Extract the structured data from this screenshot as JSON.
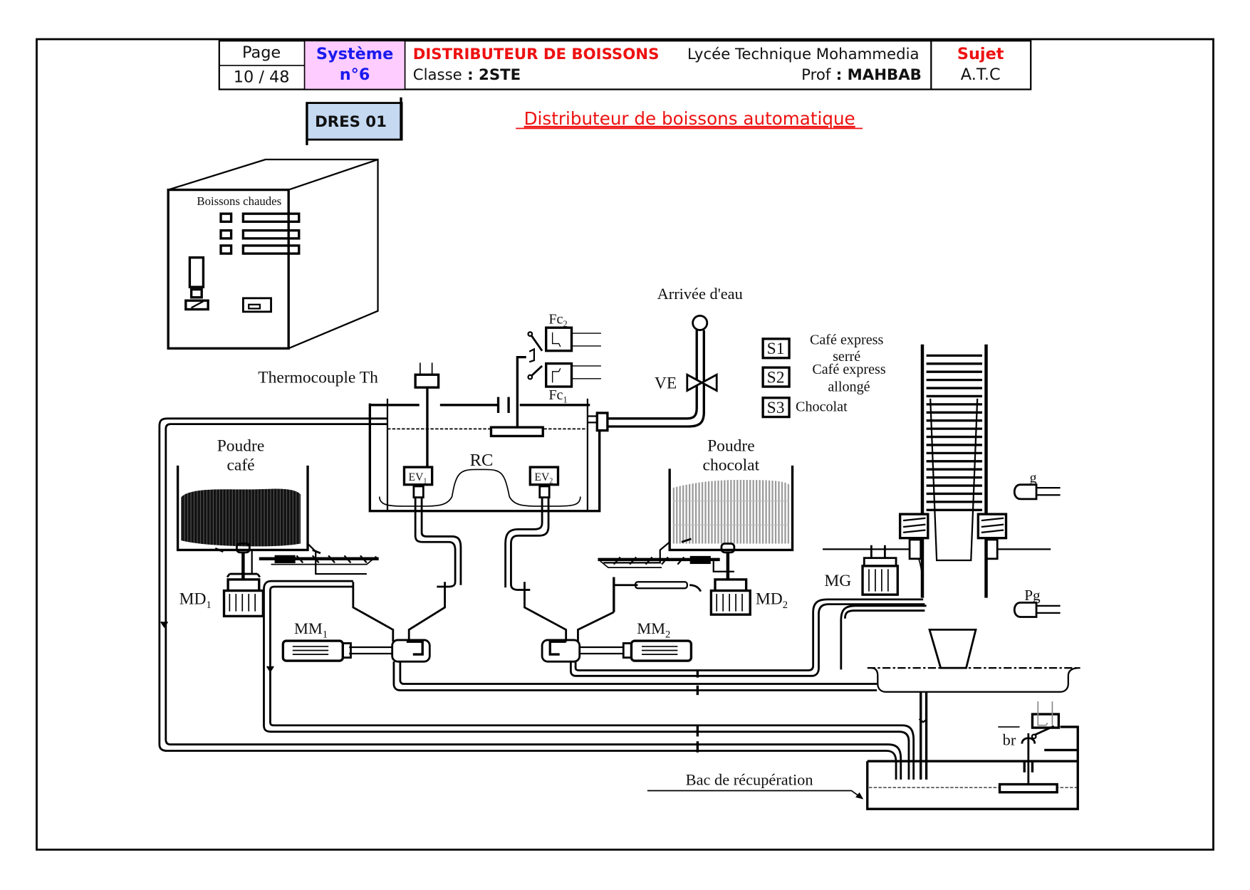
{
  "header": {
    "page_label": "Page",
    "page_value": "10 / 48",
    "system_label": "Système",
    "system_number": "n°6",
    "title": "DISTRIBUTEUR DE BOISSONS",
    "school": "Lycée Technique Mohammedia",
    "class_prefix": "Classe",
    "class_sep": " : ",
    "class_value": "2STE",
    "prof_prefix": "Prof",
    "prof_sep": " : ",
    "prof_value": "MAHBAB",
    "subject_label": "Sujet",
    "subject_value": "A.T.C"
  },
  "colors": {
    "title_red": "#ee1111",
    "system_blue": "#1a1aee",
    "system_bg": "#ffccff",
    "dres_bg": "#c5d9f1"
  },
  "dres_tag": "DRES 01",
  "doc_title": "Distributeur de boissons automatique",
  "machine": {
    "panel_label": "Boissons chaudes"
  },
  "diagram": {
    "arrivee_eau": "Arrivée d'eau",
    "ve": "VE",
    "thermocouple": "Thermocouple Th",
    "fc2": "Fc",
    "fc2_sub": "2",
    "fc1": "Fc",
    "fc1_sub": "1",
    "rc": "RC",
    "ev1": "EV",
    "ev1_sub": "1",
    "ev2": "EV",
    "ev2_sub": "2",
    "poudre_cafe_1": "Poudre",
    "poudre_cafe_2": "café",
    "poudre_choc_1": "Poudre",
    "poudre_choc_2": "chocolat",
    "md1": "MD",
    "md1_sub": "1",
    "md2": "MD",
    "md2_sub": "2",
    "mm1": "MM",
    "mm1_sub": "1",
    "mm2": "MM",
    "mm2_sub": "2",
    "mg": "MG",
    "g": "g",
    "pg": "Pg",
    "br": "br",
    "bac": "Bac de récupération",
    "selections": [
      {
        "key": "S1",
        "line1": "Café express",
        "line2": "serré"
      },
      {
        "key": "S2",
        "line1": "Café express",
        "line2": "allongé"
      },
      {
        "key": "S3",
        "line1": "Chocolat",
        "line2": ""
      }
    ]
  }
}
